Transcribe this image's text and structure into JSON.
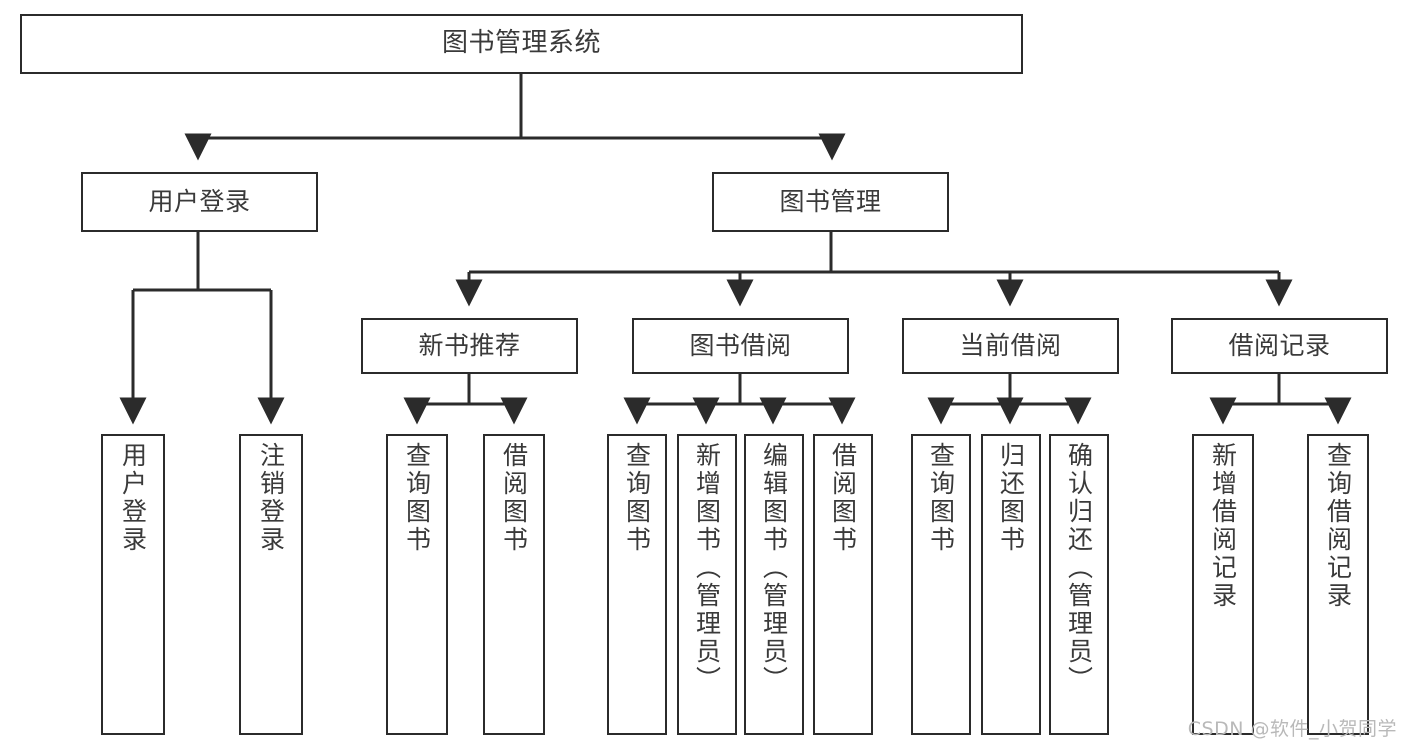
{
  "diagram": {
    "title": "图书管理系统",
    "type": "tree-hierarchy",
    "colors": {
      "box_border": "#2b2b2b",
      "box_fill": "#ffffff",
      "connector": "#2b2b2b",
      "text": "#3a3a3a",
      "watermark": "#b9b9b9",
      "background": "#ffffff"
    }
  },
  "nodes": {
    "root": {
      "label": "图书管理系统"
    },
    "level1": [
      {
        "label": "用户登录"
      },
      {
        "label": "图书管理"
      }
    ],
    "level2": [
      {
        "label": "新书推荐"
      },
      {
        "label": "图书借阅"
      },
      {
        "label": "当前借阅"
      },
      {
        "label": "借阅记录"
      }
    ],
    "leaves": {
      "user_login": [
        {
          "label": "用户登录"
        },
        {
          "label": "注销登录"
        }
      ],
      "new_book_rec": [
        {
          "label": "查询图书"
        },
        {
          "label": "借阅图书"
        }
      ],
      "book_borrow": [
        {
          "label": "查询图书"
        },
        {
          "label": "新增图书（管理员）"
        },
        {
          "label": "编辑图书（管理员）"
        },
        {
          "label": "借阅图书"
        }
      ],
      "current_borrow": [
        {
          "label": "查询图书"
        },
        {
          "label": "归还图书"
        },
        {
          "label": "确认归还（管理员）"
        }
      ],
      "borrow_record": [
        {
          "label": "新增借阅记录"
        },
        {
          "label": "查询借阅记录"
        }
      ]
    }
  },
  "watermark": {
    "text": "CSDN @软件_小贺同学"
  }
}
